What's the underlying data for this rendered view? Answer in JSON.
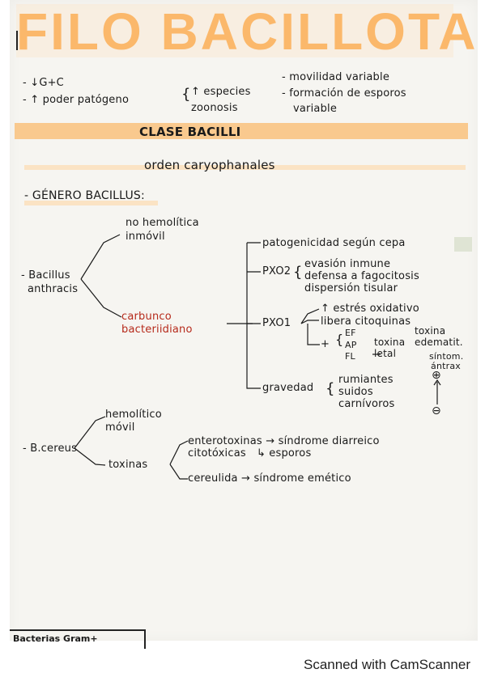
{
  "title": "FILO BACILLOTA",
  "top_left": {
    "line1": "- ↓G+C",
    "line2": "- ↑ poder patógeno",
    "brace_items": [
      "↑ especies",
      "zoonosis"
    ]
  },
  "top_right": {
    "line1": "- movilidad variable",
    "line2": "- formación de esporos",
    "line3": "variable"
  },
  "class_heading": "CLASE BACILLI",
  "order_heading": "orden caryophanales",
  "genus_heading": "- GÉNERO BACILLUS:",
  "anthracis": {
    "name_line1": "- Bacillus",
    "name_line2": "anthracis",
    "traits": [
      "no hemolítica",
      "inmóvil"
    ],
    "disease_line1": "carbunco",
    "disease_line2": "bacteriidiano",
    "branch_patogenicidad": "patogenicidad según cepa",
    "pxo2_label": "PXO2",
    "pxo2_items": [
      "evasión inmune",
      "defensa a fagocitosis",
      "dispersión tisular"
    ],
    "pxo1_label": "PXO1",
    "pxo1_items": [
      "↑ estrés oxidativo",
      "libera citoquinas"
    ],
    "toxin_parts": [
      "EF",
      "AP",
      "FL"
    ],
    "toxin_plus": "+",
    "toxina_edematica_line1": "toxina",
    "toxina_edematica_line2": "edematit.",
    "toxina_letal_line1": "toxina",
    "toxina_letal_line2": "letal",
    "sintomas_line1": "síntom.",
    "sintomas_line2": "ántrax",
    "gravedad_label": "gravedad",
    "gravedad_items": [
      "rumiantes",
      "suidos",
      "carnívoros"
    ],
    "scale_top": "⊕",
    "scale_bottom": "⊖"
  },
  "cereus": {
    "name": "- B.cereus",
    "traits": [
      "hemolítico",
      "móvil"
    ],
    "toxinas_label": "toxinas",
    "toxin_rows": [
      "enterotoxinas → síndrome diarreico",
      "citotóxicas   ↳ esporos",
      "cereulida → síndrome emético"
    ]
  },
  "footer_cut_text": "Bacterias Gram+",
  "scanner_watermark": "Scanned with CamScanner",
  "colors": {
    "title": "#fbb86b",
    "highlight": "#f9c98e",
    "highlight_soft": "#fbe3c4",
    "ink": "#1a1a1a",
    "red_ink": "#b62a1b"
  }
}
